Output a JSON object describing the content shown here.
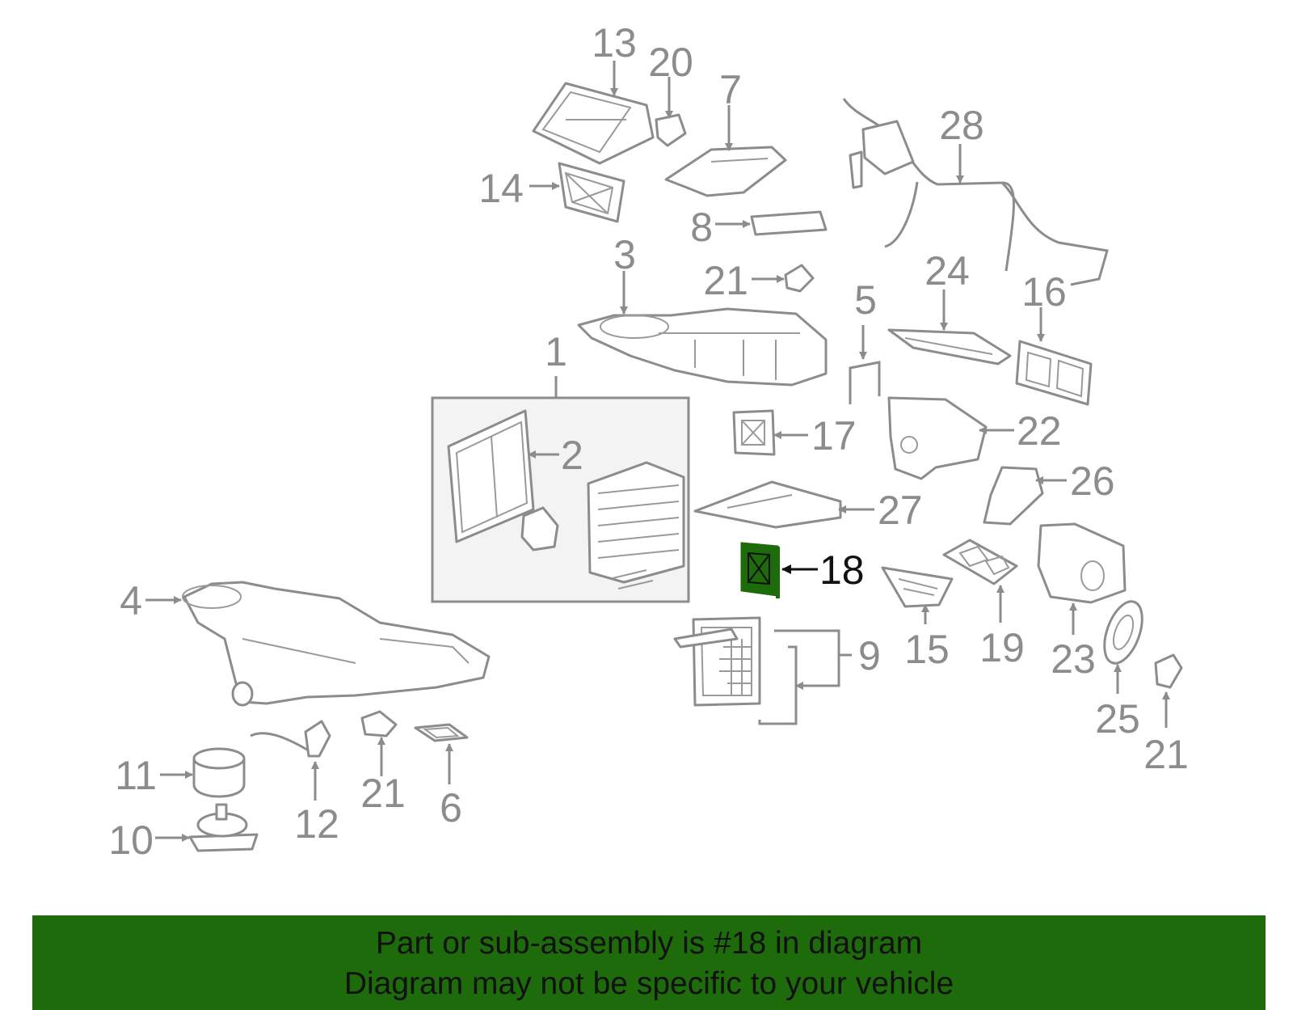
{
  "colors": {
    "part_outline": "#8c8c8c",
    "label_text": "#8c8c8c",
    "highlight_fill": "#1e6b0b",
    "highlight_text": "#111111",
    "banner_background": "#1e6b0b"
  },
  "callouts": {
    "c1": "1",
    "c2": "2",
    "c3": "3",
    "c4": "4",
    "c5": "5",
    "c6": "6",
    "c7": "7",
    "c8": "8",
    "c9": "9",
    "c10": "10",
    "c11": "11",
    "c12": "12",
    "c13": "13",
    "c14": "14",
    "c15": "15",
    "c16": "16",
    "c17": "17",
    "c18": "18",
    "c19": "19",
    "c20": "20",
    "c21a": "21",
    "c21b": "21",
    "c21c": "21",
    "c22": "22",
    "c23": "23",
    "c24": "24",
    "c25": "25",
    "c26": "26",
    "c27": "27",
    "c28": "28"
  },
  "highlighted_part": "18",
  "banner": {
    "line1": "Part or sub-assembly is #18 in diagram",
    "line2": "Diagram may not be specific to your vehicle"
  }
}
